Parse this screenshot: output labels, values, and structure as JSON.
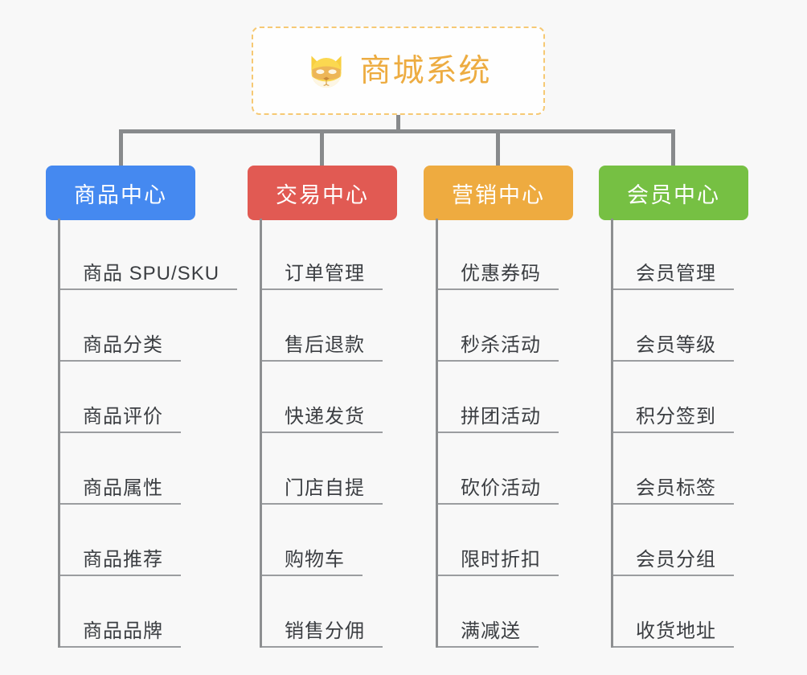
{
  "background_color": "#f8f8f8",
  "root": {
    "title": "商城系统",
    "icon": "shiba-dog-face-icon",
    "text_color": "#edac41",
    "border_color": "#f6c974",
    "background_color": "#fefefe"
  },
  "connector_color": "#888a8c",
  "columns": [
    {
      "title": "商品中心",
      "color": "#4589f0",
      "items": [
        "商品 SPU/SKU",
        "商品分类",
        "商品评价",
        "商品属性",
        "商品推荐",
        "商品品牌"
      ]
    },
    {
      "title": "交易中心",
      "color": "#e15a53",
      "items": [
        "订单管理",
        "售后退款",
        "快递发货",
        "门店自提",
        "购物车",
        "销售分佣"
      ]
    },
    {
      "title": "营销中心",
      "color": "#eeab40",
      "items": [
        "优惠券码",
        "秒杀活动",
        "拼团活动",
        "砍价活动",
        "限时折扣",
        "满减送"
      ]
    },
    {
      "title": "会员中心",
      "color": "#76c043",
      "items": [
        "会员管理",
        "会员等级",
        "积分签到",
        "会员标签",
        "会员分组",
        "收货地址"
      ]
    }
  ]
}
